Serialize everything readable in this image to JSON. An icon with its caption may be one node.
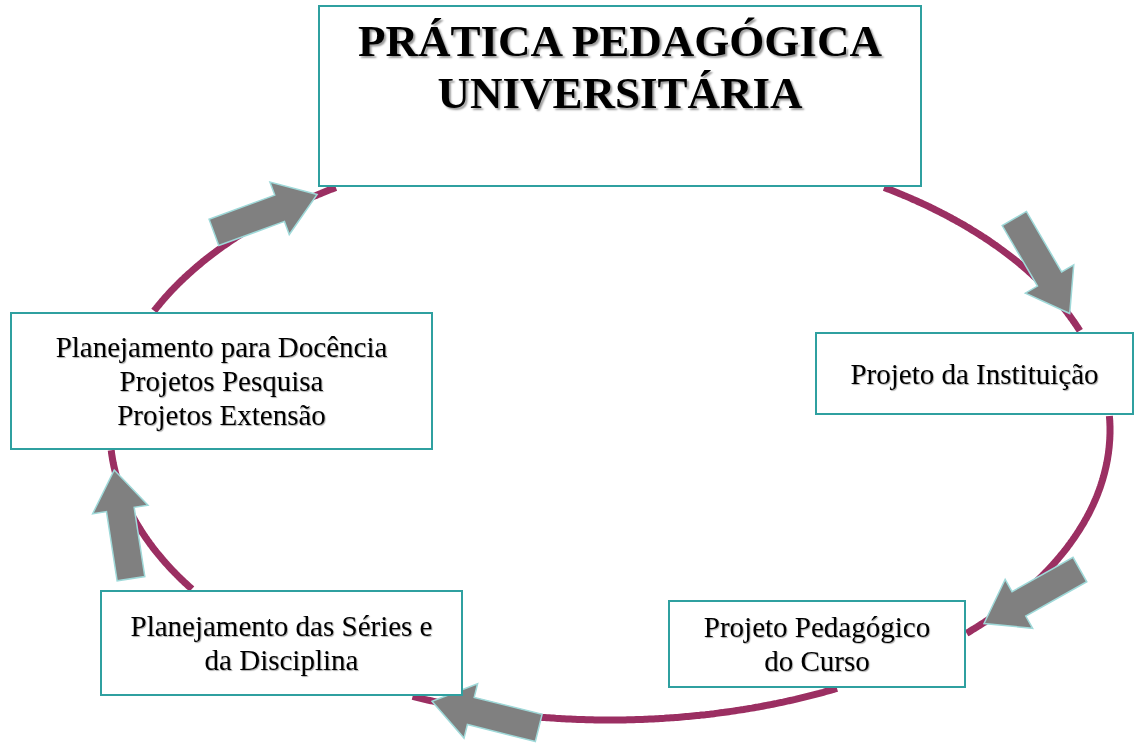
{
  "diagram": {
    "nodes": [
      {
        "text": [
          "PRÁTICA PEDAGÓGICA UNIVERSITÁRIA"
        ]
      },
      {
        "text": [
          "Projeto da Instituição"
        ]
      },
      {
        "text": [
          "Projeto Pedagógico do Curso"
        ]
      },
      {
        "text": [
          "Planejamento das Séries e da Disciplina"
        ]
      },
      {
        "text": [
          "Planejamento para Docência",
          "Projetos Pesquisa",
          "Projetos Extensão"
        ]
      }
    ],
    "edges": [
      {
        "from": 0,
        "to": 1,
        "arrow": "to"
      },
      {
        "from": 1,
        "to": 2,
        "arrow": "to"
      },
      {
        "from": 2,
        "to": 3,
        "arrow": "to"
      },
      {
        "from": 3,
        "to": 4,
        "arrow": "to"
      },
      {
        "from": 4,
        "to": 0,
        "arrow": "to"
      }
    ]
  }
}
